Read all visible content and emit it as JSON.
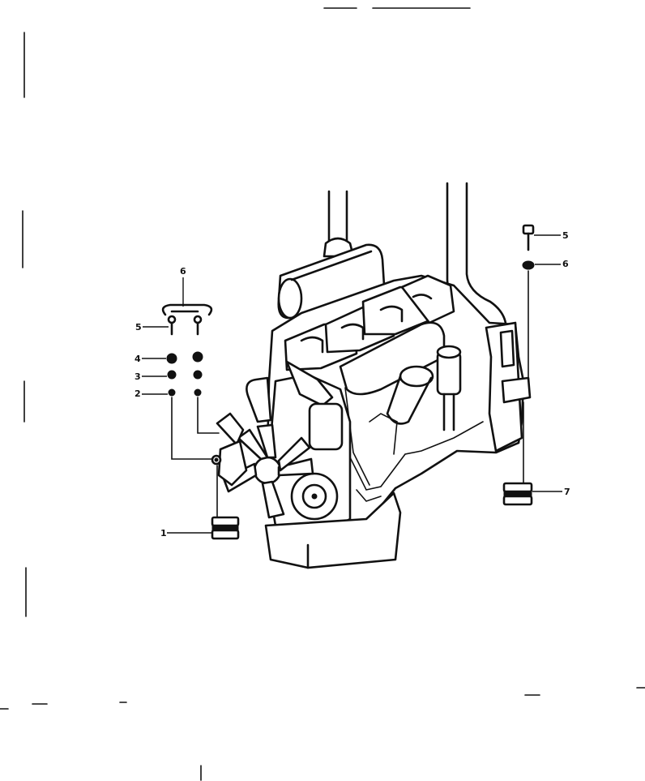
{
  "diagram": {
    "callouts": {
      "c1": "1",
      "c2": "2",
      "c3": "3",
      "c4": "4",
      "c5_left": "5",
      "c5_right": "5",
      "c6_top": "6",
      "c6_right": "6",
      "c7": "7"
    }
  },
  "colors": {
    "ink": "#111111",
    "paper": "#ffffff"
  }
}
